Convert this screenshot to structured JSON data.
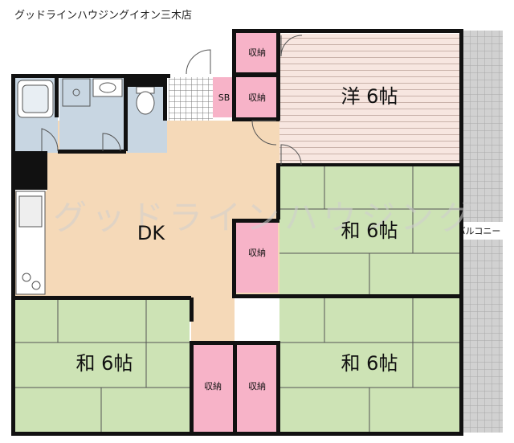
{
  "header": {
    "agency_title": "グッドラインハウジングイオン三木店"
  },
  "watermark": {
    "text": "グッドラインハウジング"
  },
  "rooms": {
    "dk": "DK",
    "western_room": "洋 6帖",
    "japanese_room_east": "和 6帖",
    "japanese_room_sw": "和 6帖",
    "japanese_room_se": "和 6帖"
  },
  "closets": {
    "top_a": "収納",
    "top_b": "収納",
    "mid": "収納",
    "bottom_left": "収納",
    "bottom_right": "収納"
  },
  "shoebox": "SB",
  "balcony": "バルコニー",
  "colors": {
    "wall": "#111111",
    "dk_floor": "#f5d9b8",
    "tatami": "#cde3b5",
    "western_floor": "#f7e4de",
    "closet": "#f7b3c8",
    "bath": "#c8d6e2",
    "balcony": "#c9c9c9"
  }
}
